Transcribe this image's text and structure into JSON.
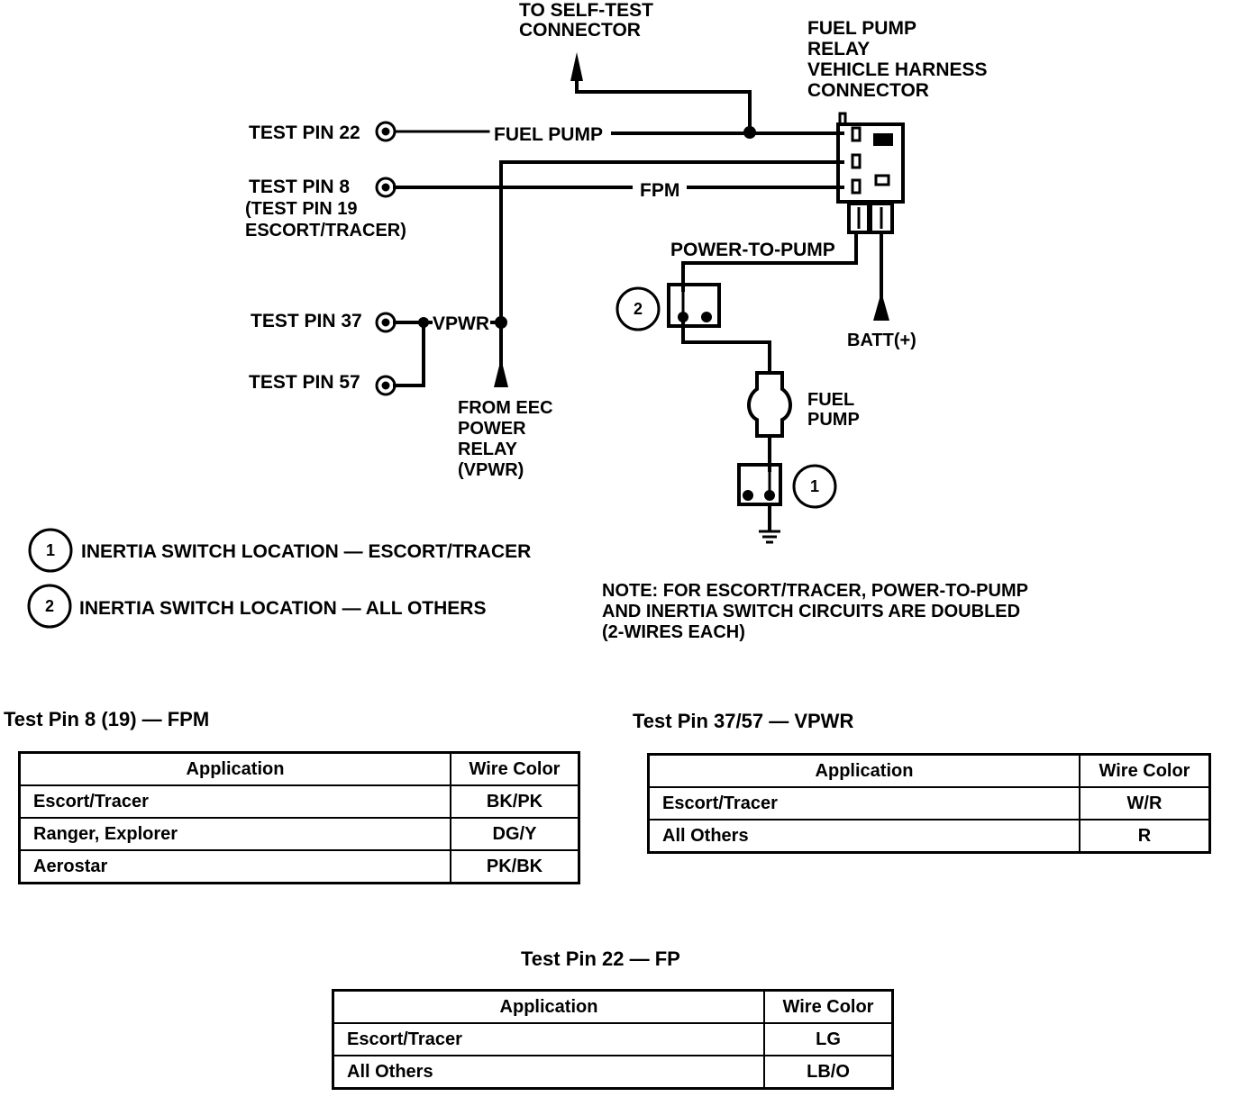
{
  "labels": {
    "self_test_1": "TO SELF-TEST",
    "self_test_2": "CONNECTOR",
    "relay_1": "FUEL PUMP",
    "relay_2": "RELAY",
    "relay_3": "VEHICLE HARNESS",
    "relay_4": "CONNECTOR",
    "test_pin_22": "TEST PIN 22",
    "fuel_pump_wire": "FUEL PUMP",
    "test_pin_8": "TEST PIN 8",
    "test_pin_19_1": "(TEST PIN 19",
    "test_pin_19_2": "ESCORT/TRACER)",
    "fpm_wire": "FPM",
    "power_to_pump": "POWER-TO-PUMP",
    "test_pin_37": "TEST PIN 37",
    "vpwr_wire": "VPWR",
    "test_pin_57": "TEST PIN 57",
    "eec_1": "FROM EEC",
    "eec_2": "POWER",
    "eec_3": "RELAY",
    "eec_4": "(VPWR)",
    "batt": "BATT(+)",
    "fuel_pump_1": "FUEL",
    "fuel_pump_2": "PUMP",
    "ref_1": "1",
    "ref_2": "2"
  },
  "legend": {
    "item_1_num": "1",
    "item_1_text": "INERTIA SWITCH LOCATION — ESCORT/TRACER",
    "item_2_num": "2",
    "item_2_text": "INERTIA SWITCH LOCATION — ALL OTHERS"
  },
  "note": {
    "line_1": "NOTE: FOR ESCORT/TRACER, POWER-TO-PUMP",
    "line_2": "AND INERTIA SWITCH CIRCUITS ARE DOUBLED",
    "line_3": "(2-WIRES EACH)"
  },
  "tables": {
    "fpm": {
      "title": "Test Pin 8 (19) — FPM",
      "header_application": "Application",
      "header_wire_color": "Wire Color",
      "rows": [
        {
          "application": "Escort/Tracer",
          "wire_color": "BK/PK"
        },
        {
          "application": "Ranger, Explorer",
          "wire_color": "DG/Y"
        },
        {
          "application": "Aerostar",
          "wire_color": "PK/BK"
        }
      ]
    },
    "vpwr": {
      "title": "Test Pin 37/57 — VPWR",
      "header_application": "Application",
      "header_wire_color": "Wire Color",
      "rows": [
        {
          "application": "Escort/Tracer",
          "wire_color": "W/R"
        },
        {
          "application": "All Others",
          "wire_color": "R"
        }
      ]
    },
    "fp": {
      "title": "Test Pin 22 — FP",
      "header_application": "Application",
      "header_wire_color": "Wire Color",
      "rows": [
        {
          "application": "Escort/Tracer",
          "wire_color": "LG"
        },
        {
          "application": "All Others",
          "wire_color": "LB/O"
        }
      ]
    }
  }
}
